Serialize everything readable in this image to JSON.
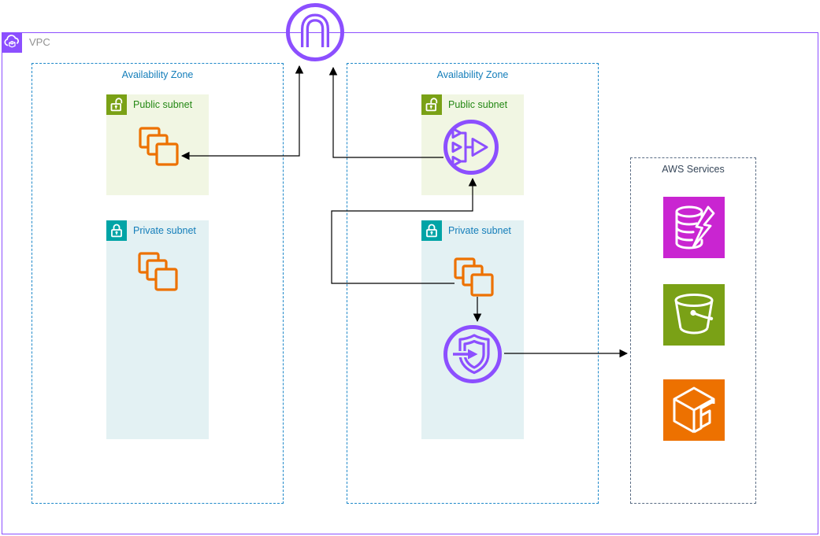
{
  "vpc": {
    "label": "VPC"
  },
  "az_left": {
    "label": "Availability Zone",
    "public_subnet": {
      "label": "Public subnet",
      "badge_icon": "open-lock-icon",
      "content_icon": "ec2-instances-icon"
    },
    "private_subnet": {
      "label": "Private subnet",
      "badge_icon": "closed-lock-icon",
      "content_icon": "ec2-instances-icon"
    }
  },
  "az_right": {
    "label": "Availability Zone",
    "public_subnet": {
      "label": "Public subnet",
      "badge_icon": "open-lock-icon",
      "content_icon": "nat-gateway-icon"
    },
    "private_subnet": {
      "label": "Private subnet",
      "badge_icon": "closed-lock-icon",
      "content_icons": [
        "ec2-instances-icon",
        "vpc-endpoints-icon"
      ]
    }
  },
  "aws_services": {
    "label": "AWS Services",
    "items": [
      {
        "icon": "elasticache-icon",
        "color": "#C925D1"
      },
      {
        "icon": "s3-bucket-icon",
        "color": "#7AA116"
      },
      {
        "icon": "service-cube-icon",
        "color": "#ED7100"
      }
    ]
  },
  "top_icon": {
    "icon": "internet-gateway-icon"
  },
  "connections": [
    {
      "from": "internet-gateway",
      "to": "ec2-instances-left-public",
      "bidirectional": true
    },
    {
      "from": "nat-gateway",
      "to": "internet-gateway"
    },
    {
      "from": "ec2-instances-right-private",
      "to": "nat-gateway"
    },
    {
      "from": "ec2-instances-right-private",
      "to": "vpc-endpoints"
    },
    {
      "from": "vpc-endpoints",
      "to": "aws-services"
    }
  ],
  "colors": {
    "purple": "#8C4FFF",
    "orange": "#ED7100",
    "green": "#7AA116",
    "teal": "#00A4A6",
    "magenta": "#C925D1",
    "az_label_blue": "#147EBA",
    "public_label_green": "#248814",
    "services_label_dark": "#37475A",
    "vpc_label_gray": "#919191",
    "public_subnet_fill": "#F1F6E3",
    "private_subnet_fill": "#E3F1F3",
    "connector_black": "#000000"
  }
}
